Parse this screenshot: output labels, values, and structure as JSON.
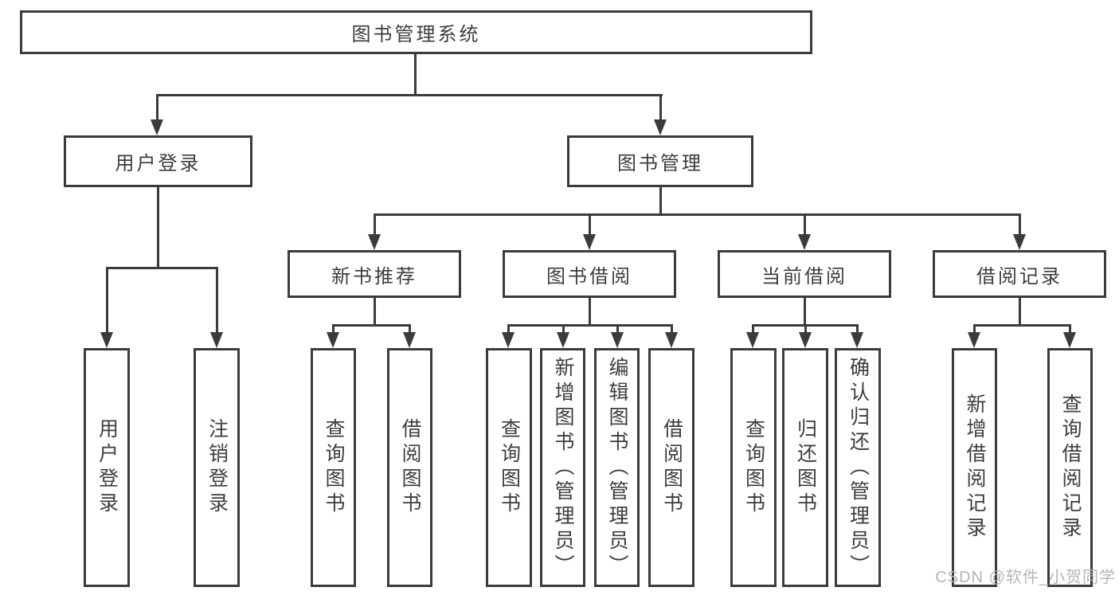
{
  "tree": {
    "root": {
      "label": "图书管理系统"
    },
    "branches": [
      {
        "label": "用户登录",
        "children": [
          {
            "label": "用户登录"
          },
          {
            "label": "注销登录"
          }
        ]
      },
      {
        "label": "图书管理",
        "children": [
          {
            "label": "新书推荐",
            "children": [
              {
                "label": "查询图书"
              },
              {
                "label": "借阅图书"
              }
            ]
          },
          {
            "label": "图书借阅",
            "children": [
              {
                "label": "查询图书"
              },
              {
                "label": "新增图书（管理员）"
              },
              {
                "label": "编辑图书（管理员）"
              },
              {
                "label": "借阅图书"
              }
            ]
          },
          {
            "label": "当前借阅",
            "children": [
              {
                "label": "查询图书"
              },
              {
                "label": "归还图书"
              },
              {
                "label": "确认归还（管理员）"
              }
            ]
          },
          {
            "label": "借阅记录",
            "children": [
              {
                "label": "新增借阅记录"
              },
              {
                "label": "查询借阅记录"
              }
            ]
          }
        ]
      }
    ]
  },
  "watermark": {
    "text": "CSDN @软件_小贺同学"
  },
  "colors": {
    "line": "#3b3b3b",
    "text": "#3d3d3d",
    "background": "#ffffff",
    "watermark": "#b5b5b5"
  }
}
